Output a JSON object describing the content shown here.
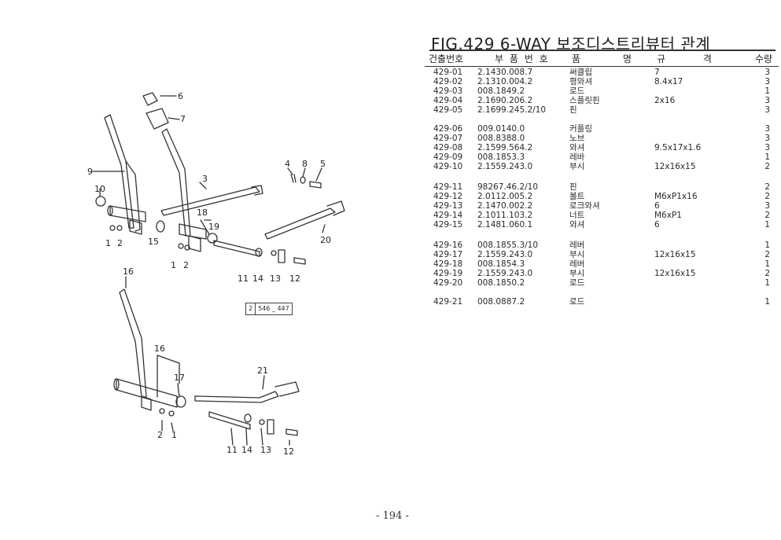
{
  "figure": {
    "title": "FIG.429 6-WAY 보조디스트리뷰터 관계",
    "headers": {
      "no": "건출번호",
      "part_no": "부 품 번 호",
      "name": "품 명",
      "spec": "규 격",
      "qty": "수량"
    }
  },
  "parts": [
    {
      "no": "429-01",
      "part_no": "2.1430.008.7",
      "name": "써클립",
      "spec": "7",
      "qty": "3"
    },
    {
      "no": "429-02",
      "part_no": "2.1310.004.2",
      "name": "평와셔",
      "spec": "8.4x17",
      "qty": "3"
    },
    {
      "no": "429-03",
      "part_no": "008.1849.2",
      "name": "로드",
      "spec": "",
      "qty": "1"
    },
    {
      "no": "429-04",
      "part_no": "2.1690.206.2",
      "name": "스플릿핀",
      "spec": "2x16",
      "qty": "3"
    },
    {
      "no": "429-05",
      "part_no": "2.1699.245.2/10",
      "name": "핀",
      "spec": "",
      "qty": "3"
    },
    {
      "no": "429-06",
      "part_no": "009.0140.0",
      "name": "커플링",
      "spec": "",
      "qty": "3"
    },
    {
      "no": "429-07",
      "part_no": "008.8388.0",
      "name": "노브",
      "spec": "",
      "qty": "3"
    },
    {
      "no": "429-08",
      "part_no": "2.1599.564.2",
      "name": "와셔",
      "spec": "9.5x17x1.6",
      "qty": "3"
    },
    {
      "no": "429-09",
      "part_no": "008.1853.3",
      "name": "레바",
      "spec": "",
      "qty": "1"
    },
    {
      "no": "429-10",
      "part_no": "2.1559.243.0",
      "name": "부시",
      "spec": "12x16x15",
      "qty": "2"
    },
    {
      "no": "429-11",
      "part_no": "98267.46.2/10",
      "name": "핀",
      "spec": "",
      "qty": "2"
    },
    {
      "no": "429-12",
      "part_no": "2.0112.005.2",
      "name": "볼트",
      "spec": "M6xP1x16",
      "qty": "2"
    },
    {
      "no": "429-13",
      "part_no": "2.1470.002.2",
      "name": "로크와셔",
      "spec": "6",
      "qty": "3"
    },
    {
      "no": "429-14",
      "part_no": "2.1011.103.2",
      "name": "너트",
      "spec": "M6xP1",
      "qty": "2"
    },
    {
      "no": "429-15",
      "part_no": "2.1481.060.1",
      "name": "와셔",
      "spec": "6",
      "qty": "1"
    },
    {
      "no": "429-16",
      "part_no": "008.1855.3/10",
      "name": "레버",
      "spec": "",
      "qty": "1"
    },
    {
      "no": "429-17",
      "part_no": "2.1559.243.0",
      "name": "부시",
      "spec": "12x16x15",
      "qty": "2"
    },
    {
      "no": "429-18",
      "part_no": "008.1854.3",
      "name": "레버",
      "spec": "",
      "qty": "1"
    },
    {
      "no": "429-19",
      "part_no": "2.1559.243.0",
      "name": "부시",
      "spec": "12x16x15",
      "qty": "2"
    },
    {
      "no": "429-20",
      "part_no": "008.1850.2",
      "name": "로드",
      "spec": "",
      "qty": "1"
    },
    {
      "no": "429-21",
      "part_no": "008.0887.2",
      "name": "로드",
      "spec": "",
      "qty": "1"
    }
  ],
  "diagram": {
    "callouts": [
      "6",
      "7",
      "9",
      "10",
      "3",
      "4",
      "8",
      "5",
      "18",
      "19",
      "15",
      "1",
      "2",
      "1",
      "2",
      "20",
      "11",
      "14",
      "13",
      "12",
      "16",
      "16",
      "17",
      "21",
      "2",
      "1",
      "11",
      "14",
      "13",
      "12"
    ],
    "stamp": [
      "2",
      "546 _ 447"
    ]
  },
  "footer": {
    "page": "- 194 -"
  }
}
